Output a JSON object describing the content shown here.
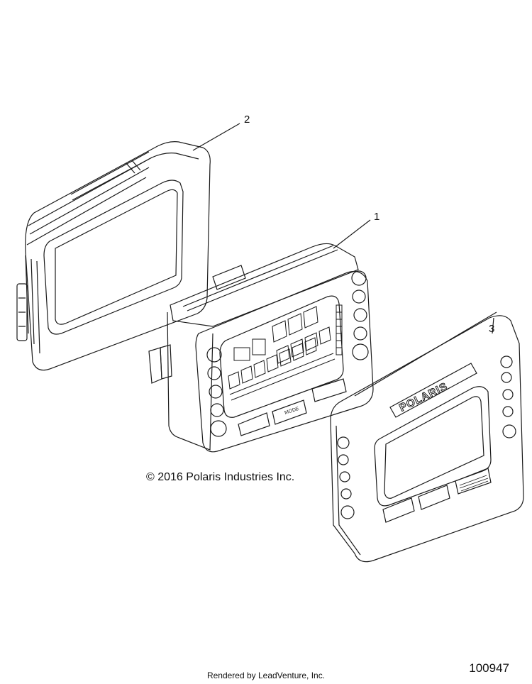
{
  "callouts": {
    "part1": "1",
    "part2": "2",
    "part3": "3"
  },
  "copyright": "© 2016 Polaris Industries Inc.",
  "footer": "Rendered by LeadVenture, Inc.",
  "diagram_number": "100947",
  "bezel_brand": "POLARIS",
  "display_mode_label": "MODE",
  "colors": {
    "line": "#1a1a1a",
    "background": "#ffffff"
  }
}
